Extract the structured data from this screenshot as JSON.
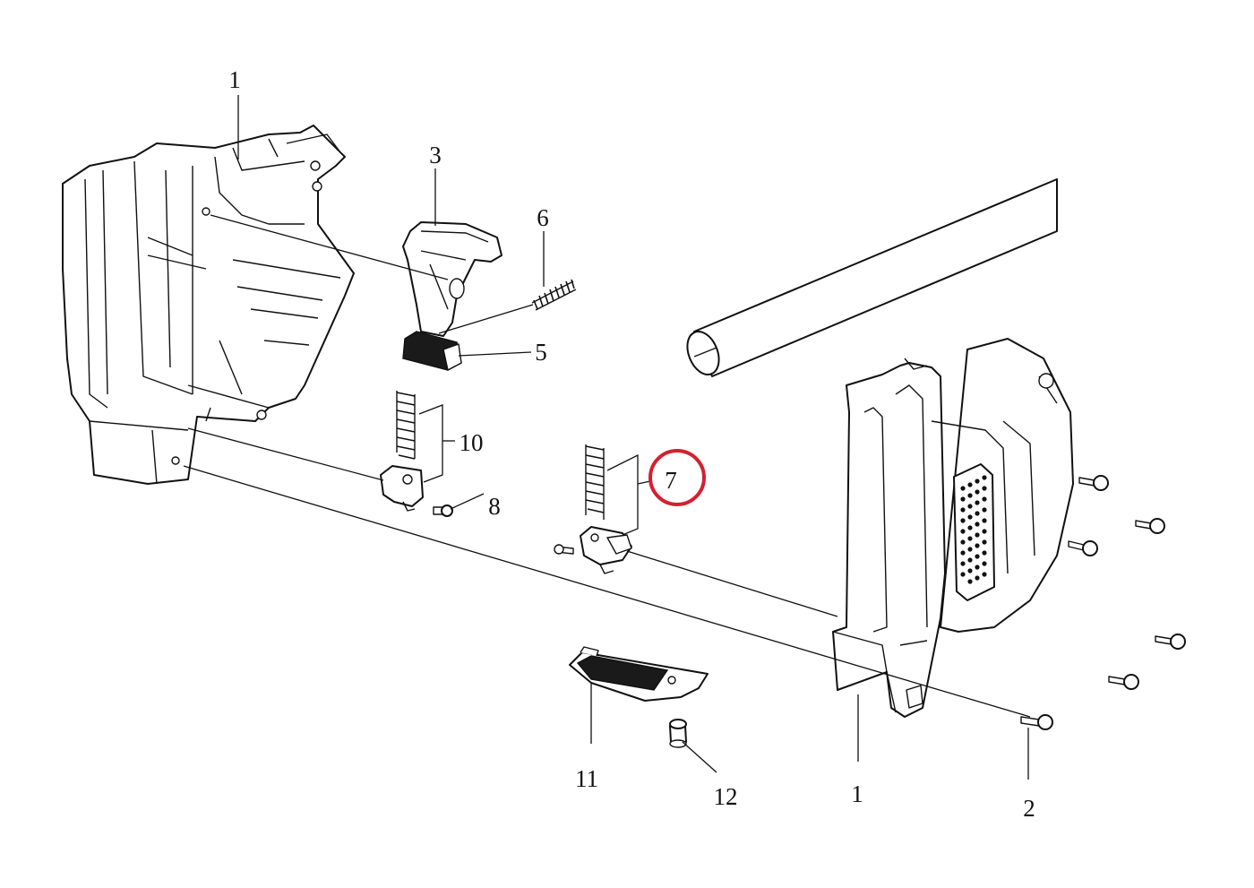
{
  "callouts": [
    {
      "id": "1a",
      "label": "1"
    },
    {
      "id": "3",
      "label": "3"
    },
    {
      "id": "6",
      "label": "6"
    },
    {
      "id": "5",
      "label": "5"
    },
    {
      "id": "10",
      "label": "10"
    },
    {
      "id": "8",
      "label": "8"
    },
    {
      "id": "7",
      "label": "7",
      "highlighted": true
    },
    {
      "id": "11",
      "label": "11"
    },
    {
      "id": "12",
      "label": "12"
    },
    {
      "id": "1b",
      "label": "1"
    },
    {
      "id": "2",
      "label": "2"
    }
  ],
  "colors": {
    "line": "#111111",
    "highlight": "#d42030",
    "background": "#ffffff"
  }
}
